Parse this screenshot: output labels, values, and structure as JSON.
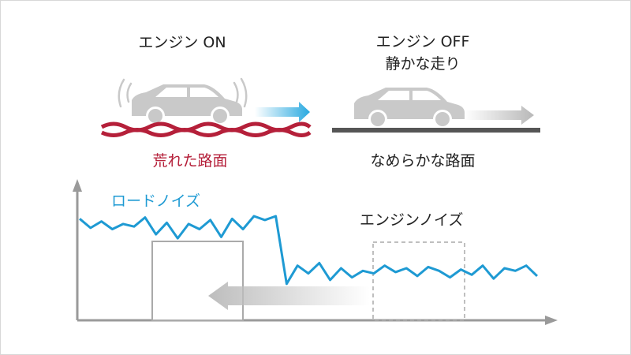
{
  "labels": {
    "engine_on": "エンジン ON",
    "engine_off_line1": "エンジン OFF",
    "engine_off_line2": "静かな走り",
    "rough_road": "荒れた路面",
    "smooth_road": "なめらかな路面",
    "road_noise": "ロードノイズ",
    "engine_noise": "エンジンノイズ"
  },
  "colors": {
    "road_noise_line": "#1e9ad3",
    "rough_road": "#b5203a",
    "smooth_road": "#555555",
    "car": "#c9c9c9",
    "axis": "#9a9a9a",
    "motion_arrow_on": "#29a9e0",
    "motion_arrow_off": "#b8b8b8",
    "transfer_arrow": "#bdbdbd",
    "text": "#222222"
  },
  "icons": {
    "car_on": "car-icon",
    "car_off": "car-icon",
    "sound_waves": "sound-wave-icon",
    "arrow": "right-arrow-icon"
  },
  "noise_trace": {
    "note_free": true,
    "road_noise_levels": [
      0.78,
      0.71,
      0.76,
      0.7,
      0.74,
      0.72,
      0.79,
      0.66,
      0.75,
      0.63,
      0.74,
      0.7,
      0.77,
      0.64,
      0.78,
      0.7,
      0.8,
      0.77,
      0.8,
      0.28,
      0.42,
      0.36,
      0.44,
      0.31,
      0.4,
      0.33,
      0.38,
      0.36,
      0.42,
      0.37,
      0.4,
      0.34,
      0.41,
      0.38,
      0.33,
      0.39,
      0.35,
      0.42,
      0.32,
      0.4,
      0.38,
      0.42,
      0.34
    ]
  }
}
